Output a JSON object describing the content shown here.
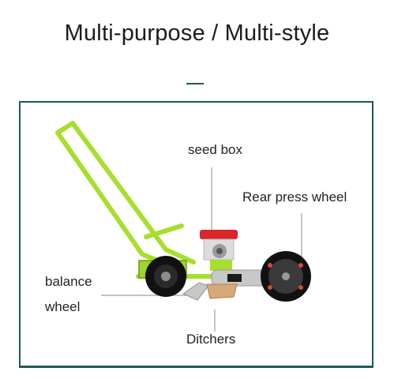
{
  "headline": "Multi-purpose / Multi-style",
  "labels": {
    "seed_box": "seed box",
    "rear_press_wheel": "Rear press wheel",
    "balance_wheel_line1": "balance",
    "balance_wheel_line2": "wheel",
    "ditchers": "Ditchers"
  },
  "colors": {
    "accent": "#1d5a55",
    "frame_green": "#a6dd2c",
    "seed_box_red": "#d8262a"
  }
}
